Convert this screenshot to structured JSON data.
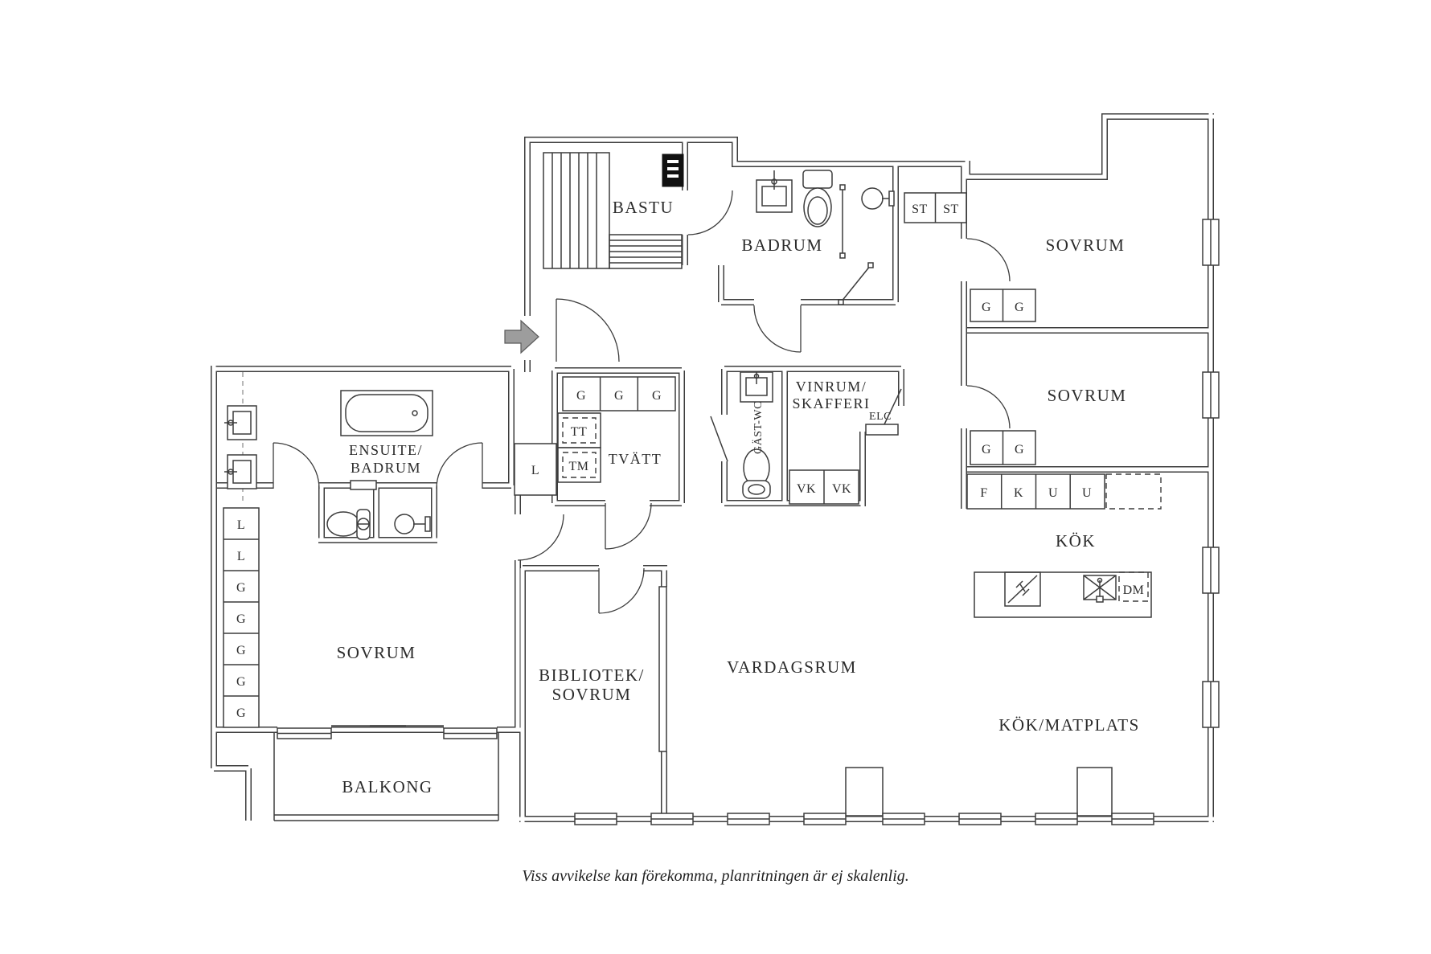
{
  "rooms": {
    "bastu": "BASTU",
    "badrum": "BADRUM",
    "sovrum_ne": "SOVRUM",
    "sovrum_e": "SOVRUM",
    "kok": "KÖK",
    "kok_matplats": "KÖK/MATPLATS",
    "vardagsrum": "VARDAGSRUM",
    "bibliotek_1": "BIBLIOTEK/",
    "bibliotek_2": "SOVRUM",
    "sovrum_w": "SOVRUM",
    "balkong": "BALKONG",
    "ensuite_1": "ENSUITE/",
    "ensuite_2": "BADRUM",
    "tvatt": "TVÄTT",
    "vinrum_1": "VINRUM/",
    "vinrum_2": "SKAFFERI",
    "gast_wc": "GÄST-WC",
    "elc": "ELC"
  },
  "storage": {
    "st": [
      "ST",
      "ST"
    ],
    "g_ne": [
      "G",
      "G"
    ],
    "g_e": [
      "G",
      "G"
    ],
    "kitchen_row": [
      "F",
      "K",
      "U",
      "U"
    ],
    "g_hall": [
      "G",
      "G",
      "G"
    ],
    "vk": [
      "VK",
      "VK"
    ],
    "laundry": [
      "TT",
      "TM"
    ],
    "hall_closet": "L",
    "left_column": [
      "L",
      "L",
      "G",
      "G",
      "G",
      "G",
      "G"
    ],
    "dm": "DM"
  },
  "footer": "Viss avvikelse kan förekomma, planritningen är ej skalenlig."
}
